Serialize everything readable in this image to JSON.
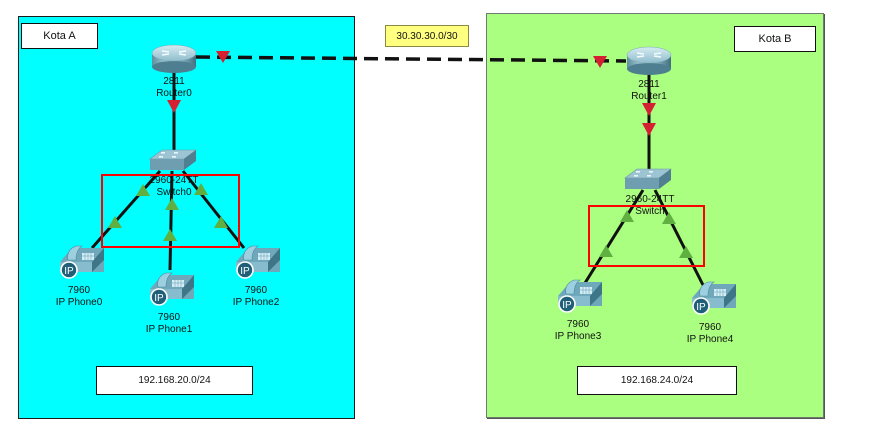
{
  "areas": {
    "a": {
      "title": "Kota A",
      "network": "192.168.20.0/24",
      "color": "#00ffff"
    },
    "b": {
      "title": "Kota B",
      "network": "192.168.24.0/24",
      "color": "#aaff80"
    }
  },
  "wan_link": {
    "label": "30.30.30.0/30",
    "style": "dashed"
  },
  "devices": {
    "router0": {
      "model": "2811",
      "name": "Router0",
      "icon": "router-icon"
    },
    "router1": {
      "model": "2811",
      "name": "Router1",
      "icon": "router-icon"
    },
    "switch0": {
      "model": "2960-24TT",
      "name": "Switch0",
      "icon": "switch-icon"
    },
    "switch1": {
      "model": "2960-24TT",
      "name": "Switch",
      "icon": "switch-icon"
    },
    "phone0": {
      "model": "7960",
      "name": "IP Phone0",
      "icon": "ip-phone-icon"
    },
    "phone1": {
      "model": "7960",
      "name": "IP Phone1",
      "icon": "ip-phone-icon"
    },
    "phone2": {
      "model": "7960",
      "name": "IP Phone2",
      "icon": "ip-phone-icon"
    },
    "phone3": {
      "model": "7960",
      "name": "IP Phone3",
      "icon": "ip-phone-icon"
    },
    "phone4": {
      "model": "7960",
      "name": "IP Phone4",
      "icon": "ip-phone-icon"
    }
  },
  "link_status": {
    "down": "#d42030",
    "up": "#5fb040"
  },
  "highlight_color": "#ff0000"
}
